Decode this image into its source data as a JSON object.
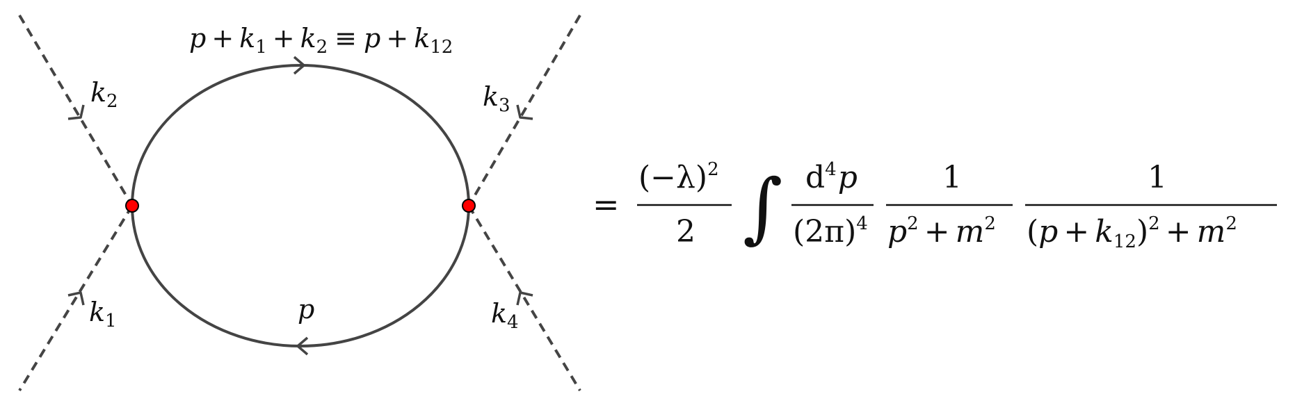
{
  "diagram": {
    "loop_top_label": {
      "p1": "p",
      "plus1": "+",
      "k": "k",
      "k1_sub": "1",
      "plus2": "+",
      "k2": "k",
      "k2_sub": "2",
      "equiv": "≡",
      "p2": "p",
      "plus3": "+",
      "k12": "k",
      "k12_sub": "12"
    },
    "loop_bottom_label": "p",
    "external_labels": {
      "k1": {
        "base": "k",
        "sub": "1"
      },
      "k2": {
        "base": "k",
        "sub": "2"
      },
      "k3": {
        "base": "k",
        "sub": "3"
      },
      "k4": {
        "base": "k",
        "sub": "4"
      }
    },
    "colors": {
      "line": "#444444",
      "vertex_fill": "#ff0000",
      "vertex_stroke": "#000000"
    }
  },
  "formula": {
    "equals": "=",
    "frac1": {
      "numerator": "(−λ)",
      "numerator_sup": "2",
      "denominator": "2"
    },
    "integral": "∫",
    "frac2": {
      "numerator_d": "d",
      "numerator_sup": "4",
      "numerator_p": "p",
      "denominator": "(2π)",
      "denominator_sup": "4"
    },
    "frac3": {
      "numerator": "1",
      "den_p": "p",
      "den_p_sup": "2",
      "den_plus": "+",
      "den_m": "m",
      "den_m_sup": "2"
    },
    "frac4": {
      "numerator": "1",
      "den_open": "(",
      "den_p": "p",
      "den_plus1": "+",
      "den_k": "k",
      "den_k_sub": "12",
      "den_close": ")",
      "den_close_sup": "2",
      "den_plus2": "+",
      "den_m": "m",
      "den_m_sup": "2"
    }
  }
}
